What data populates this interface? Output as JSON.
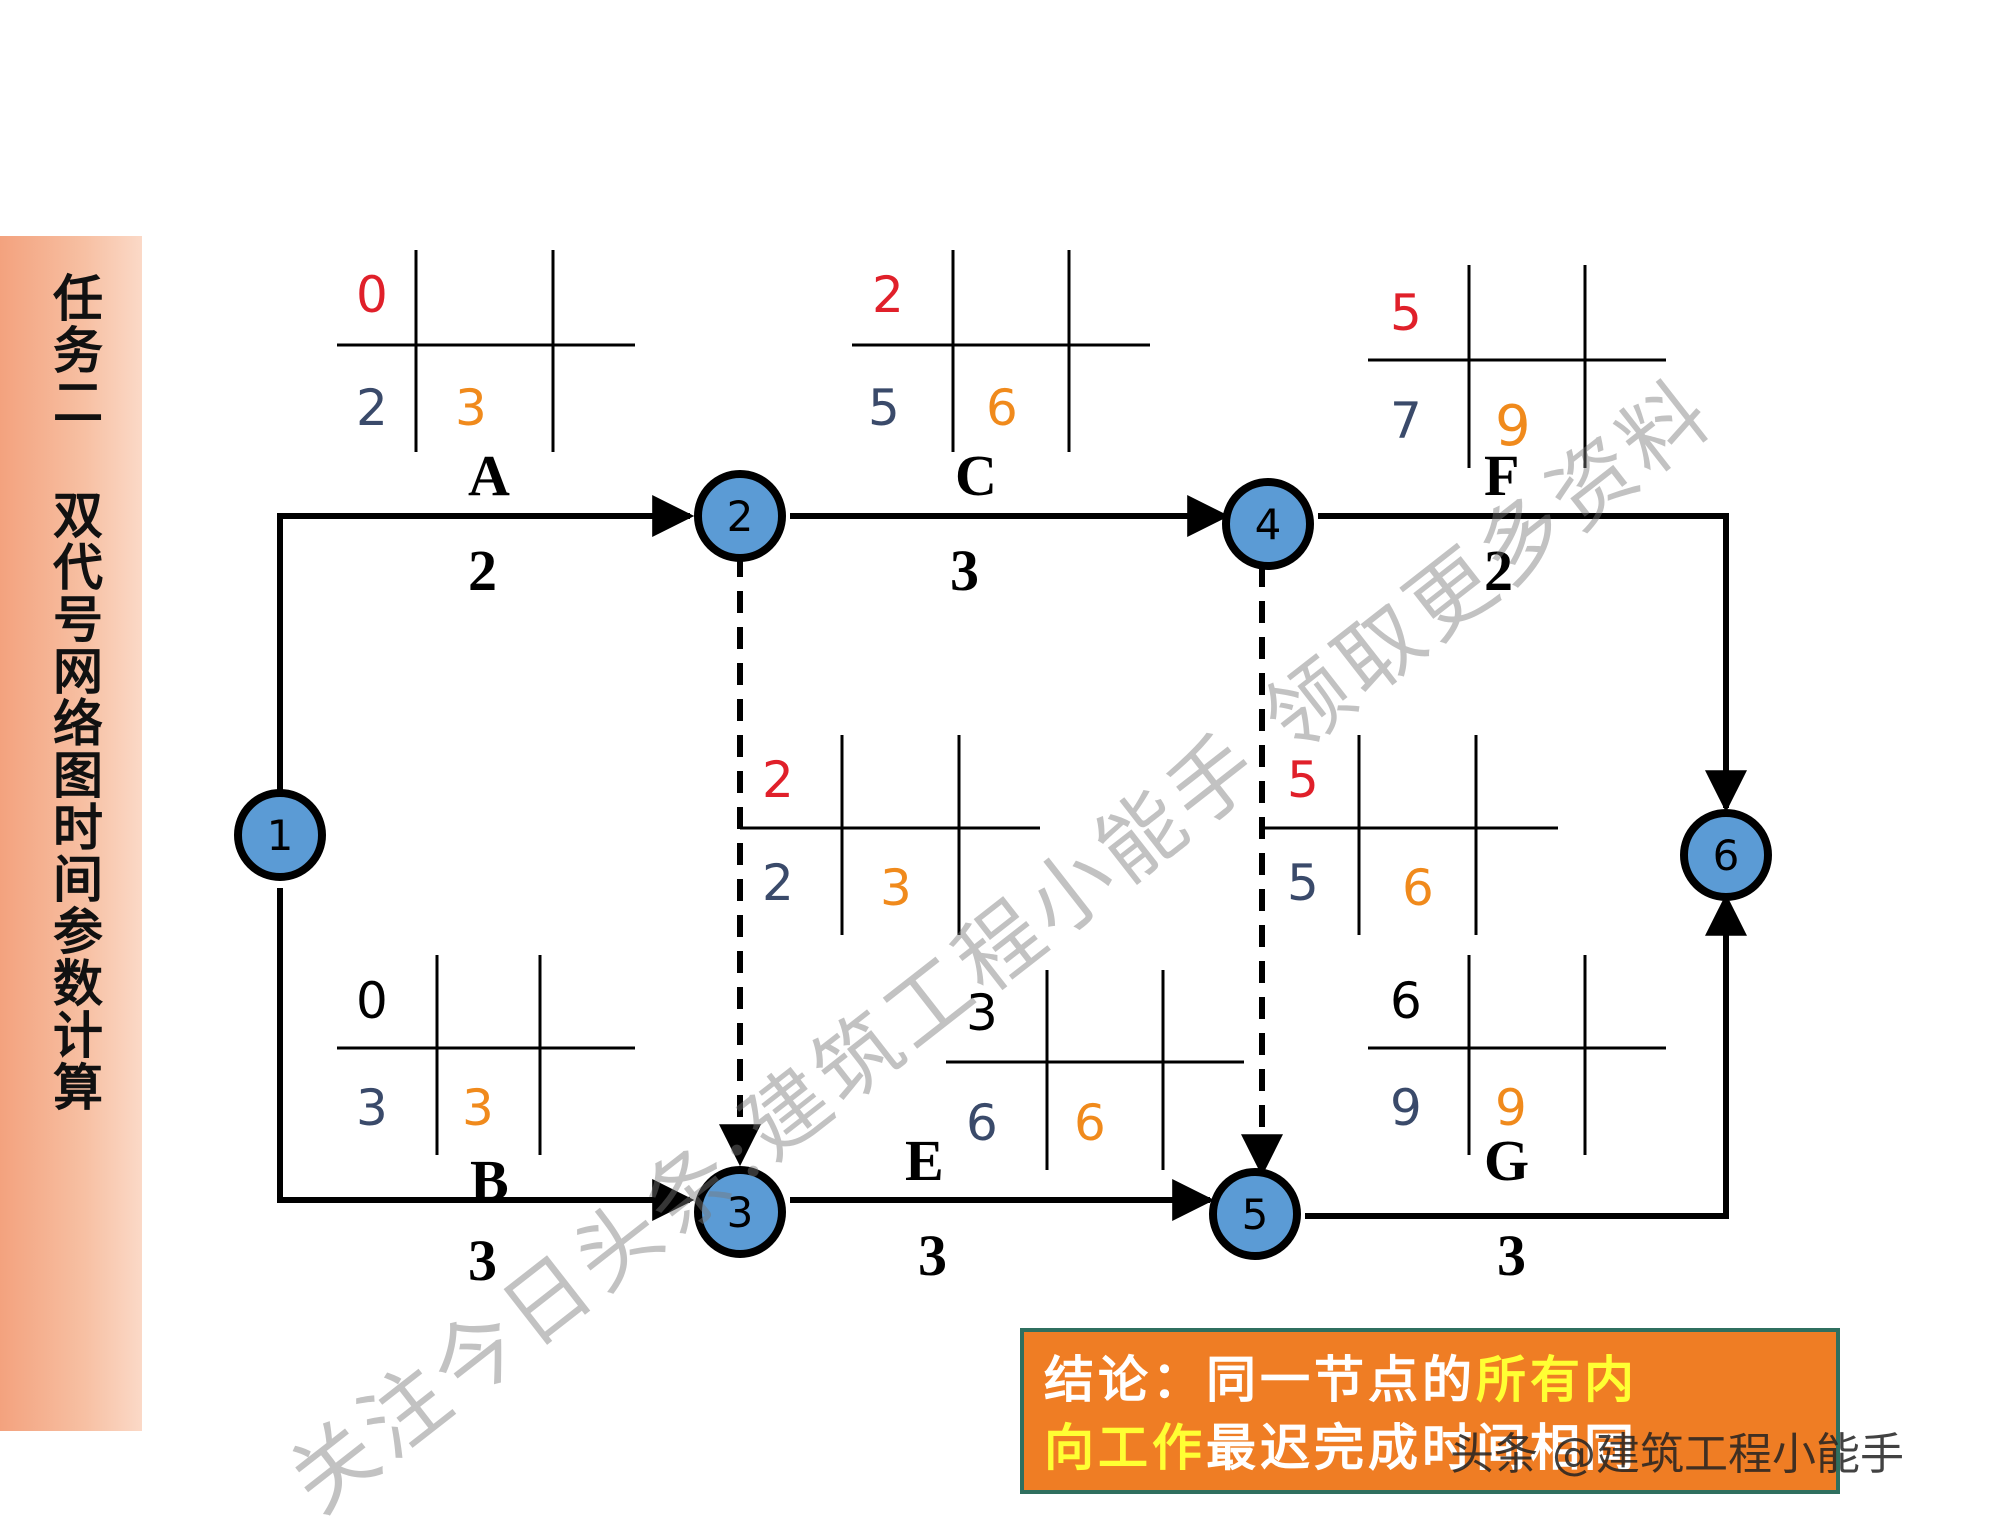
{
  "sidebar": {
    "title": "任务二 双代号网络图时间参数计算"
  },
  "colors": {
    "es": "#e0202a",
    "ls": "#3a4a6a",
    "lf": "#f08a1c",
    "node_fill": "#5b9bd5",
    "black": "#000000"
  },
  "nodes": [
    "1",
    "2",
    "3",
    "4",
    "5",
    "6"
  ],
  "activities": [
    {
      "name": "A",
      "duration": "2",
      "es": "0",
      "ls": "2",
      "lf": "3",
      "es_color": "es"
    },
    {
      "name": "B",
      "duration": "3",
      "es": "0",
      "ls": "3",
      "lf": "3",
      "es_color": "black"
    },
    {
      "name": "C",
      "duration": "3",
      "es": "2",
      "ls": "5",
      "lf": "6",
      "es_color": "es"
    },
    {
      "name": "E",
      "duration": "3",
      "es": "3",
      "ls": "6",
      "lf": "6",
      "es_color": "black"
    },
    {
      "name": "F",
      "duration": "2",
      "es": "5",
      "ls": "7",
      "lf": "9",
      "es_color": "es"
    },
    {
      "name": "G",
      "duration": "3",
      "es": "6",
      "ls": "9",
      "lf": "9",
      "es_color": "black"
    }
  ],
  "dummies": [
    {
      "from": "2",
      "to": "3",
      "es": "2",
      "ls": "2",
      "lf": "3"
    },
    {
      "from": "4",
      "to": "5",
      "es": "5",
      "ls": "5",
      "lf": "6"
    }
  ],
  "conclusion": {
    "part1": "结论：同一节点的",
    "part2": "所有内",
    "part3": "向工作",
    "part4": "最迟完成时间相同"
  },
  "watermark": {
    "diagonal": "关注今日头条:建筑工程小能手 领取更多资料",
    "bottom": "头条 @建筑工程小能手"
  }
}
